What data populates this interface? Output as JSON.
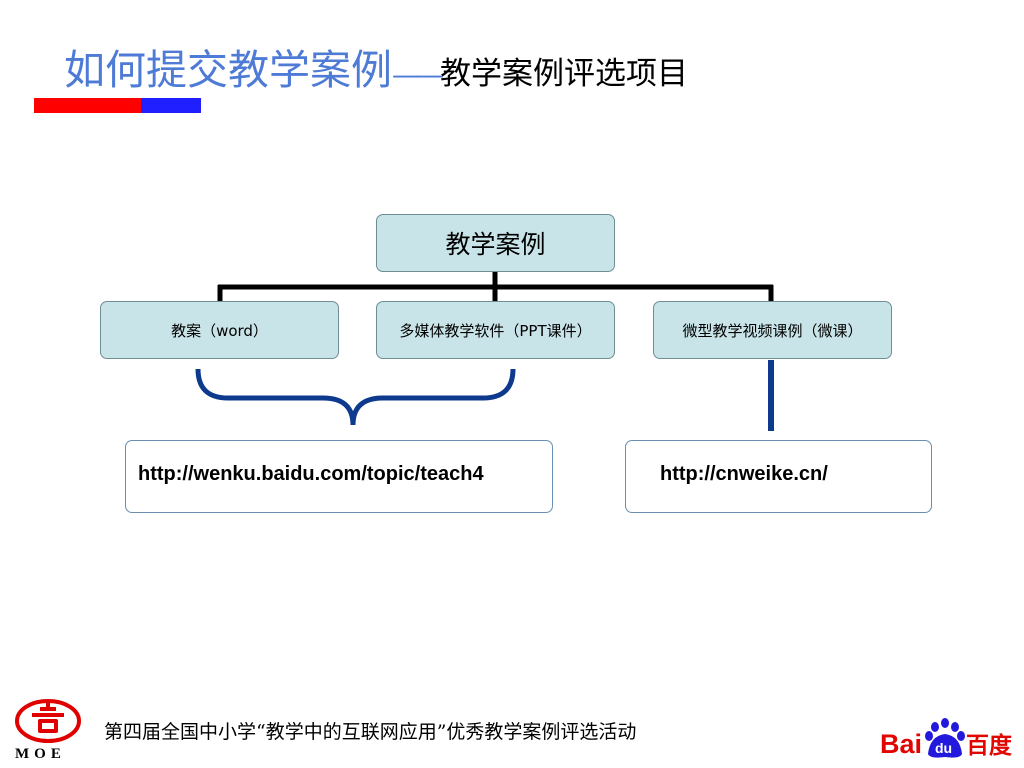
{
  "title": {
    "main": "如何提交教学案例",
    "dash": "——",
    "sub": "教学案例评选项目"
  },
  "diagram": {
    "root": "教学案例",
    "children": [
      "教案（word）",
      "多媒体教学软件（PPT课件）",
      "微型教学视频课例（微课）"
    ],
    "links": [
      "http://wenku.baidu.com/topic/teach4",
      "http://cnweike.cn/"
    ]
  },
  "footer": {
    "text": "第四届全国中小学“教学中的互联网应用”优秀教学案例评选活动"
  },
  "logos": {
    "moe": "MOE",
    "baidu": "Bai百度"
  },
  "colors": {
    "title_blue": "#4d7bd6",
    "box_fill": "#c9e4e8",
    "connector": "#000000",
    "brace": "#0d3a8c",
    "bar_red": "#ff0000",
    "bar_blue": "#1f1fff",
    "baidu_red": "#e10601",
    "baidu_blue": "#2319dc"
  }
}
